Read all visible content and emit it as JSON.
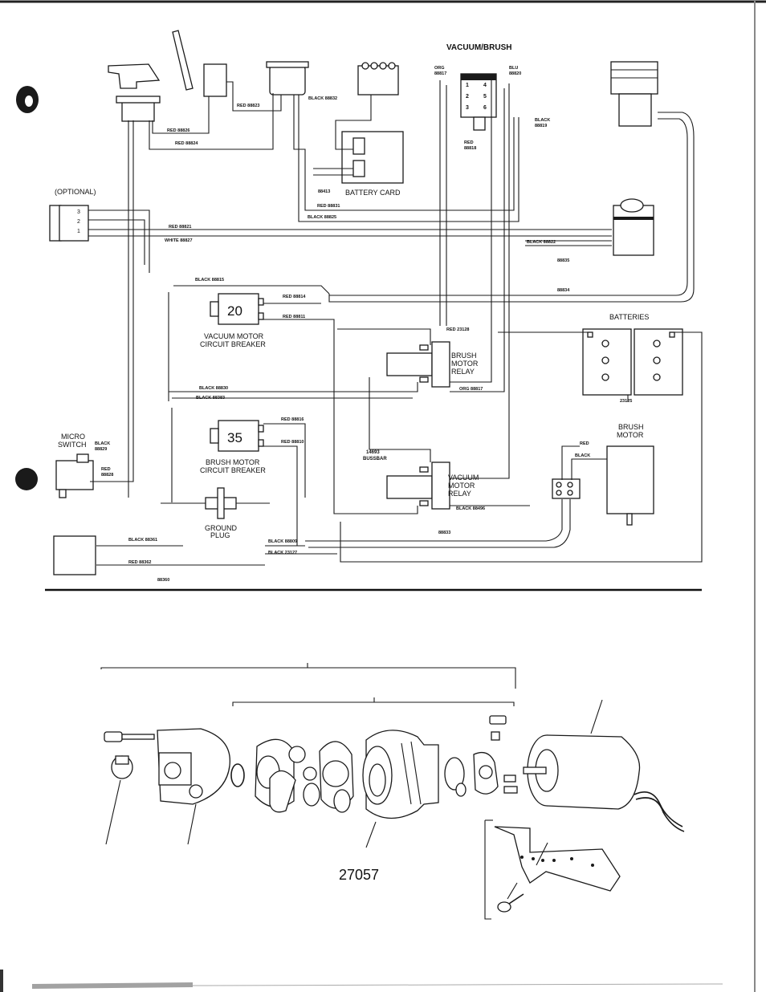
{
  "diagram": {
    "top_labels": {
      "vacuum_brush": "VACUUM/BRUSH",
      "optional": "(OPTIONAL)",
      "battery_card": "BATTERY CARD",
      "batteries": "BATTERIES",
      "brush_motor": [
        "BRUSH",
        "MOTOR"
      ],
      "micro_switch": [
        "MICRO",
        "SWITCH"
      ],
      "vacuum_motor_cb": [
        "VACUUM MOTOR",
        "CIRCUIT BREAKER"
      ],
      "brush_motor_cb": [
        "BRUSH MOTOR",
        "CIRCUIT BREAKER"
      ],
      "brush_motor_relay": [
        "BRUSH",
        "MOTOR",
        "RELAY"
      ],
      "vacuum_motor_relay": [
        "VACUUM",
        "MOTOR",
        "RELAY"
      ],
      "ground_plug": [
        "GROUND",
        "PLUG"
      ],
      "bussbar": [
        "14693",
        "BUSSBAR"
      ]
    },
    "breaker_values": {
      "vacuum": "20",
      "brush": "35"
    },
    "connector_pins": [
      "1",
      "4",
      "2",
      "5",
      "3",
      "6"
    ],
    "switch_pins": [
      "3",
      "2",
      "1"
    ],
    "wire_labels": {
      "org_88817_top": [
        "ORG",
        "88817"
      ],
      "blu_88820": [
        "BLU",
        "88820"
      ],
      "black_88819": [
        "BLACK",
        "88819"
      ],
      "red_88818": [
        "RED",
        "88818"
      ],
      "red_88823": "RED 88823",
      "black_88832": "BLACK 88832",
      "red_88826": "RED 88826",
      "red_88824": "RED 88824",
      "w88413": "88413",
      "red_88831": "RED 88831",
      "black_88825": "BLACK 88825",
      "red_88821": "RED 88821",
      "white_88827": "WHITE 88827",
      "black_88822": "BLACK 88822",
      "w88835": "88835",
      "black_88815": "BLACK 88815",
      "red_88814": "RED 88814",
      "w88834": "88834",
      "red_88811": "RED 88811",
      "red_23128": "RED 23128",
      "w23125": "23125",
      "org_88817": "ORG 88817",
      "black_88830": "BLACK 88830",
      "black_88383": "BLACK 88383",
      "red_88816": "RED 88816",
      "red_88810": "RED 88810",
      "black_88829": [
        "BLACK",
        "88829"
      ],
      "red_88828": [
        "RED",
        "88828"
      ],
      "red": "RED",
      "black": "BLACK",
      "black_88496": "BLACK 88496",
      "w88833": "88833",
      "black_88809": "BLACK 88809",
      "black_23127": "BLACK 23127",
      "black_88361": "BLACK 88361",
      "red_88362": "RED 88362",
      "w88360": "88360"
    }
  },
  "exploded_view": {
    "part_number": "27057"
  }
}
